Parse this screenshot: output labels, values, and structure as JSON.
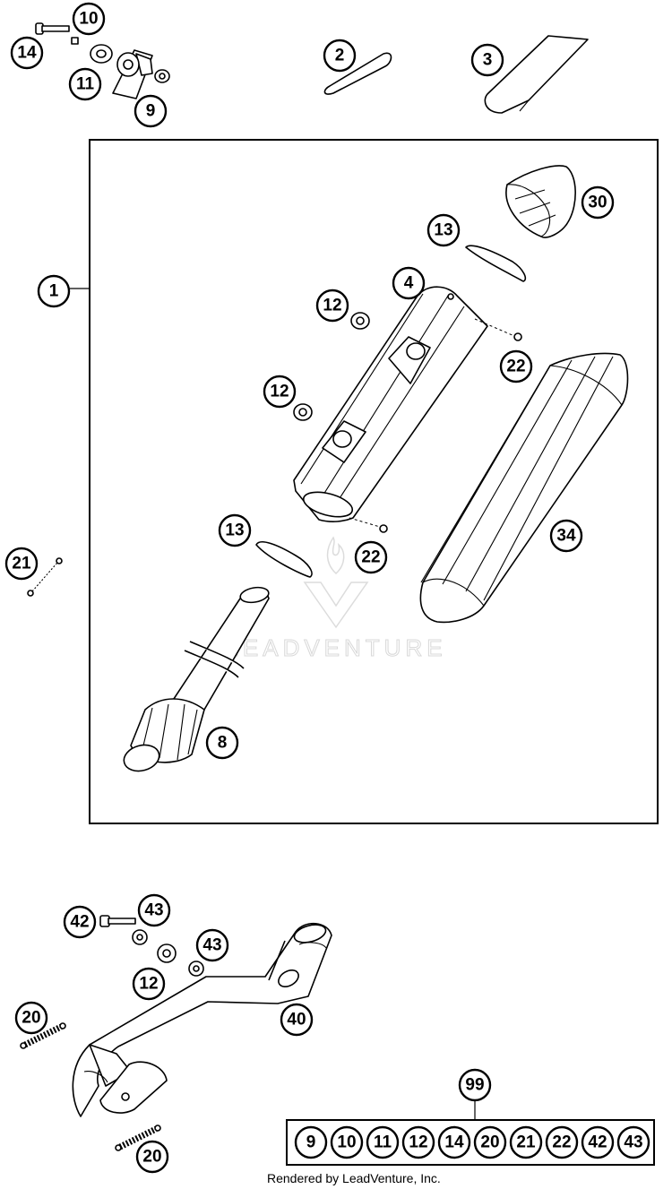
{
  "diagram": {
    "footer_text": "Rendered by LeadVenture, Inc.",
    "watermark_text": "LEADVENTURE",
    "colors": {
      "line": "#000000",
      "background": "#ffffff",
      "watermark": "#d8d8d8"
    },
    "callouts": [
      "14",
      "10",
      "11",
      "9",
      "2",
      "3",
      "1",
      "30",
      "13",
      "4",
      "12",
      "22",
      "12",
      "34",
      "13",
      "22",
      "21",
      "8",
      "43",
      "42",
      "43",
      "12",
      "40",
      "20",
      "20",
      "99"
    ],
    "kit_contents": [
      "9",
      "10",
      "11",
      "12",
      "14",
      "20",
      "21",
      "22",
      "42",
      "43"
    ]
  }
}
